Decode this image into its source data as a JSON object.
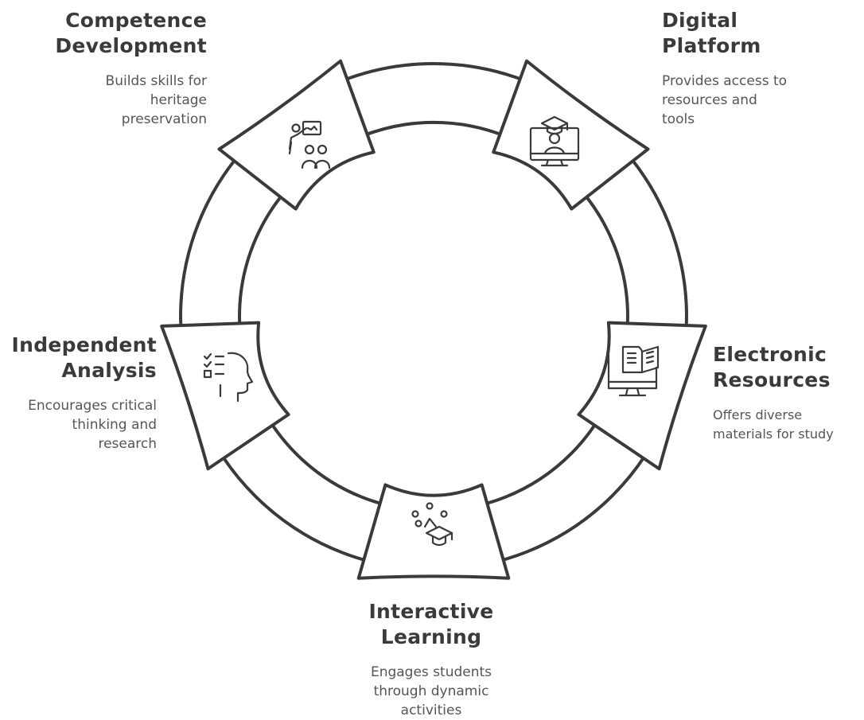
{
  "stages": [
    {
      "id": "competence-development",
      "title_lines": [
        "Competence",
        "Development"
      ],
      "desc_lines": [
        "Builds skills for",
        "heritage",
        "preservation"
      ],
      "icon": "teacher-presentation-icon"
    },
    {
      "id": "digital-platform",
      "title_lines": [
        "Digital",
        "Platform"
      ],
      "desc_lines": [
        "Provides access to",
        "resources and",
        "tools"
      ],
      "icon": "graduate-monitor-icon"
    },
    {
      "id": "electronic-resources",
      "title_lines": [
        "Electronic",
        "Resources"
      ],
      "desc_lines": [
        "Offers diverse",
        "materials for study"
      ],
      "icon": "ebook-monitor-icon"
    },
    {
      "id": "interactive-learning",
      "title_lines": [
        "Interactive",
        "Learning"
      ],
      "desc_lines": [
        "Engages students",
        "through dynamic",
        "activities"
      ],
      "icon": "graduation-cap-network-icon"
    },
    {
      "id": "independent-analysis",
      "title_lines": [
        "Independent",
        "Analysis"
      ],
      "desc_lines": [
        "Encourages critical",
        "thinking and",
        "research"
      ],
      "icon": "checklist-head-icon"
    }
  ],
  "colors": {
    "stroke": "#3a3a3a",
    "fill": "#ffffff",
    "text": "#3a3a3a",
    "muted_text": "#555555"
  }
}
